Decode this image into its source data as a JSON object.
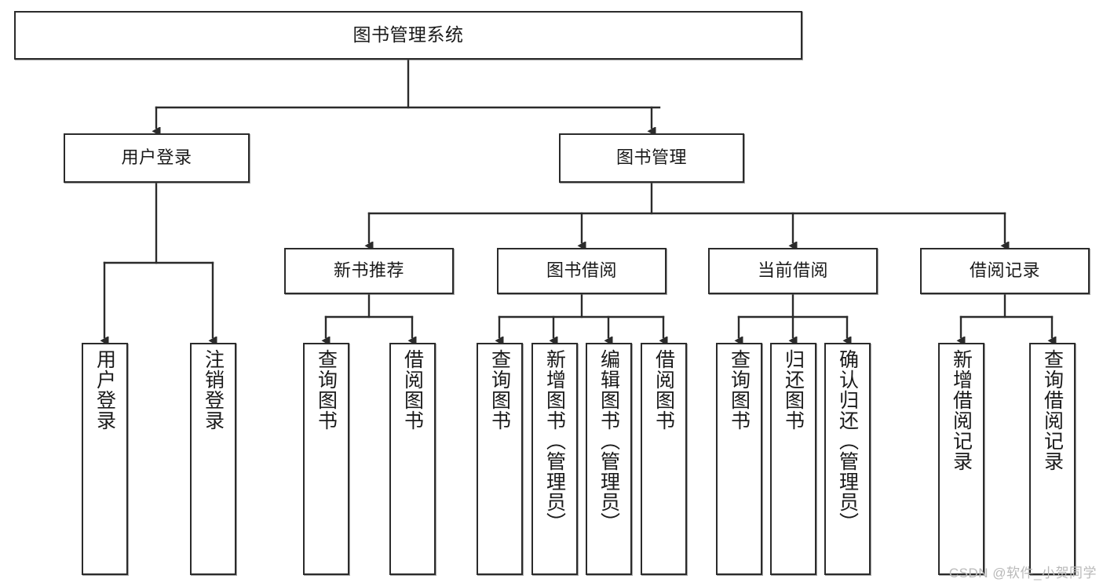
{
  "diagram": {
    "kind": "tree-hierarchy-chart",
    "title_node": {
      "label": "图书管理系统"
    },
    "colors": {
      "stroke": "#2b2b2b",
      "node_fill": "#ffffff",
      "text": "#1a1a1a",
      "background": "#ffffff",
      "watermark": "#b9b9b9"
    },
    "levels": [
      {
        "name": "level-1-root",
        "nodes": [
          {
            "id": "root",
            "label": "图书管理系统",
            "orientation": "horizontal"
          }
        ]
      },
      {
        "name": "level-2",
        "nodes": [
          {
            "id": "user-login",
            "label": "用户登录",
            "orientation": "horizontal"
          },
          {
            "id": "book-manage",
            "label": "图书管理",
            "orientation": "horizontal"
          }
        ]
      },
      {
        "name": "level-3",
        "nodes": [
          {
            "id": "new-book-recommend",
            "label": "新书推荐",
            "orientation": "horizontal"
          },
          {
            "id": "book-borrow",
            "label": "图书借阅",
            "orientation": "horizontal"
          },
          {
            "id": "current-borrow",
            "label": "当前借阅",
            "orientation": "horizontal"
          },
          {
            "id": "borrow-record",
            "label": "借阅记录",
            "orientation": "horizontal"
          }
        ]
      },
      {
        "name": "level-4-leaves",
        "nodes": [
          {
            "id": "leaf-user-login",
            "label": "用户登录",
            "orientation": "vertical",
            "parent": "user-login"
          },
          {
            "id": "leaf-user-logout",
            "label": "注销登录",
            "orientation": "vertical",
            "parent": "user-login"
          },
          {
            "id": "leaf-query-book-1",
            "label": "查询图书",
            "orientation": "vertical",
            "parent": "new-book-recommend"
          },
          {
            "id": "leaf-borrow-book-1",
            "label": "借阅图书",
            "orientation": "vertical",
            "parent": "new-book-recommend"
          },
          {
            "id": "leaf-query-book-2",
            "label": "查询图书",
            "orientation": "vertical",
            "parent": "book-borrow"
          },
          {
            "id": "leaf-add-book",
            "label": "新增图书（管理员）",
            "orientation": "vertical",
            "parent": "book-borrow"
          },
          {
            "id": "leaf-edit-book",
            "label": "编辑图书（管理员）",
            "orientation": "vertical",
            "parent": "book-borrow"
          },
          {
            "id": "leaf-borrow-book-2",
            "label": "借阅图书",
            "orientation": "vertical",
            "parent": "book-borrow"
          },
          {
            "id": "leaf-query-book-3",
            "label": "查询图书",
            "orientation": "vertical",
            "parent": "current-borrow"
          },
          {
            "id": "leaf-return-book",
            "label": "归还图书",
            "orientation": "vertical",
            "parent": "current-borrow"
          },
          {
            "id": "leaf-confirm-return",
            "label": "确认归还（管理员）",
            "orientation": "vertical",
            "parent": "current-borrow"
          },
          {
            "id": "leaf-add-record",
            "label": "新增借阅记录",
            "orientation": "vertical",
            "parent": "borrow-record"
          },
          {
            "id": "leaf-query-record",
            "label": "查询借阅记录",
            "orientation": "vertical",
            "parent": "borrow-record"
          }
        ]
      }
    ]
  },
  "watermark": {
    "text": "CSDN @软件_小贺同学"
  }
}
